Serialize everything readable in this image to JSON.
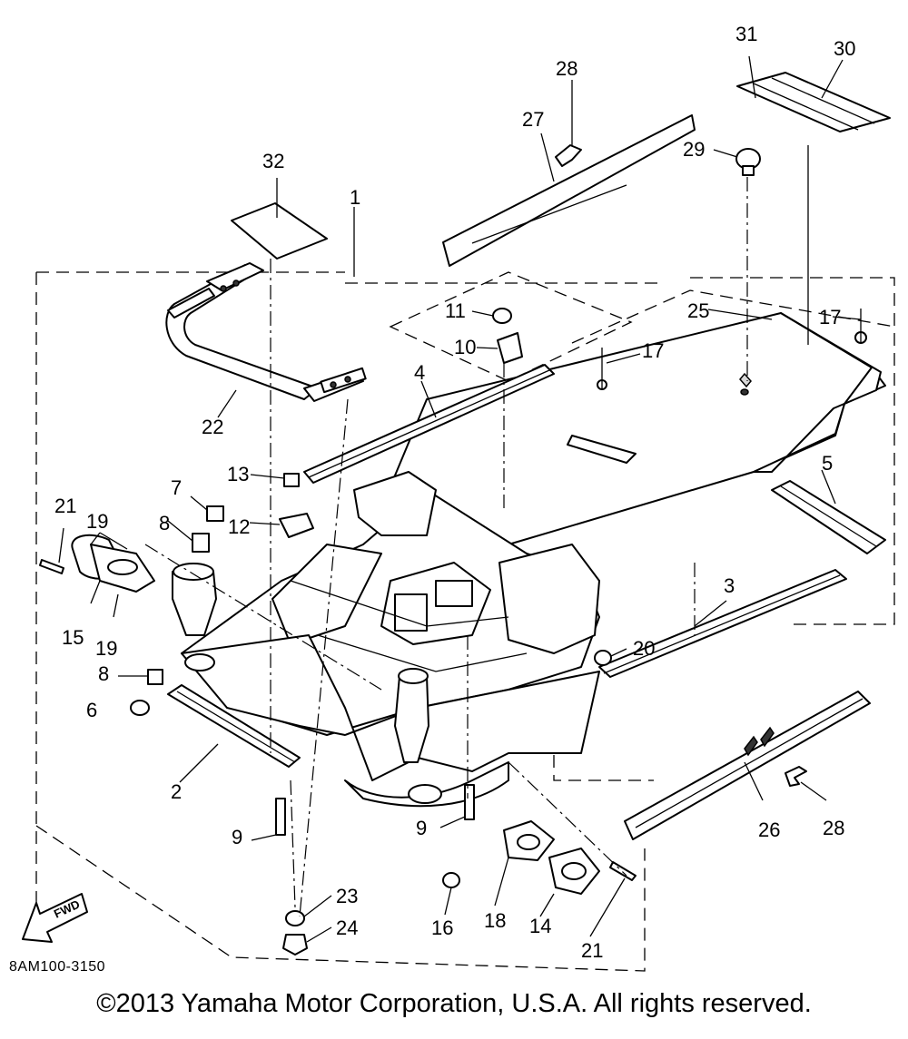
{
  "diagram": {
    "code": "8AM100-3150",
    "copyright": "©2013 Yamaha Motor Corporation, U.S.A. All rights reserved.",
    "direction_label": "FWD",
    "callouts": {
      "n1": "1",
      "n2": "2",
      "n3": "3",
      "n4": "4",
      "n5": "5",
      "n6": "6",
      "n7": "7",
      "n8a": "8",
      "n8b": "8",
      "n9a": "9",
      "n9b": "9",
      "n10": "10",
      "n11": "11",
      "n12": "12",
      "n13": "13",
      "n14": "14",
      "n15": "15",
      "n16": "16",
      "n17a": "17",
      "n17b": "17",
      "n18": "18",
      "n19a": "19",
      "n19b": "19",
      "n20": "20",
      "n21a": "21",
      "n21b": "21",
      "n22": "22",
      "n23": "23",
      "n24": "24",
      "n25": "25",
      "n26": "26",
      "n27": "27",
      "n28a": "28",
      "n28b": "28",
      "n29": "29",
      "n30": "30",
      "n31": "31",
      "n32": "32"
    }
  }
}
